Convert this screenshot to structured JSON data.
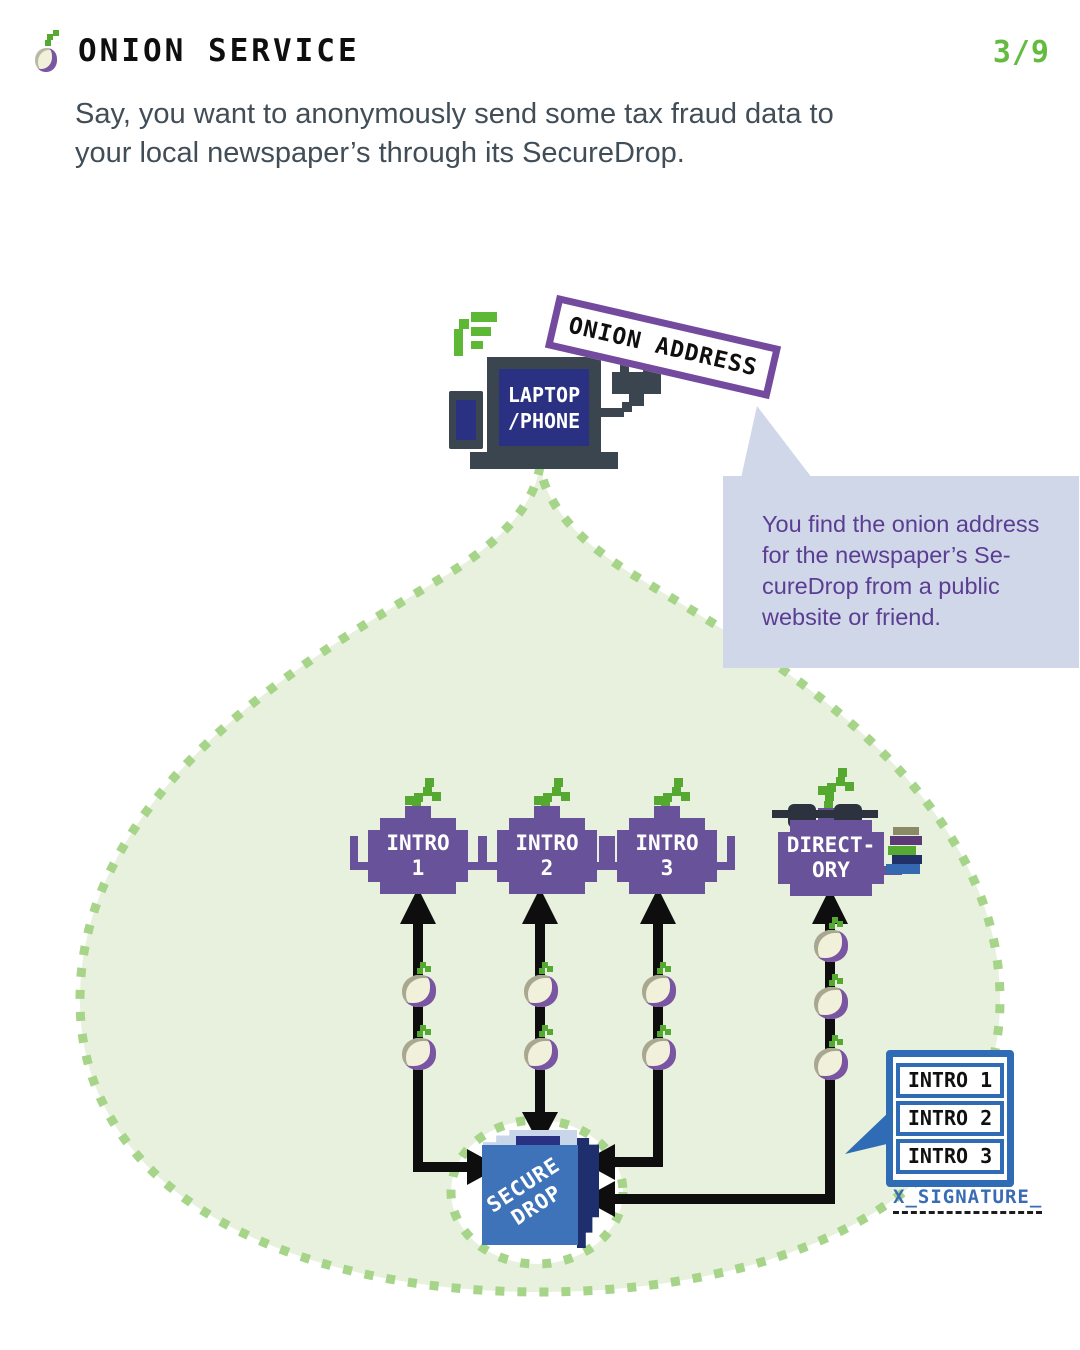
{
  "header": {
    "title": "ONION SERVICE",
    "page": "3/9",
    "subtitle": "Say, you want to anonymously send some tax fraud data to\nyour local newspaper’s through its SecureDrop."
  },
  "device": {
    "label": "LAPTOP\n/PHONE"
  },
  "badge": {
    "label": "ONION ADDRESS"
  },
  "bubble": {
    "text": "You find the onion address\nfor the newspaper’s Se-\ncureDrop from a public\nwebsite or friend."
  },
  "network": {
    "intro_nodes": [
      {
        "label": "INTRO\n1"
      },
      {
        "label": "INTRO\n2"
      },
      {
        "label": "INTRO\n3"
      }
    ],
    "directory": {
      "label": "DIRECT-\nORY"
    }
  },
  "securedrop": {
    "label": "SECURE\nDROP"
  },
  "intro_list": {
    "items": [
      {
        "label": "INTRO 1"
      },
      {
        "label": "INTRO 2"
      },
      {
        "label": "INTRO 3"
      }
    ],
    "signature": "X_SIGNATURE_"
  },
  "colors": {
    "accent_green": "#65bb40",
    "sprout_green": "#55a930",
    "onion_purple": "#685299",
    "badge_purple": "#744a9e",
    "blob_fill": "#e7f1dd",
    "blob_dash": "#a6d489",
    "bubble_bg": "#cfd7e8",
    "bubble_text": "#5b3d92",
    "list_blue": "#2f6cb5",
    "securedrop_blue": "#3e73b9",
    "screen_navy": "#2b3182",
    "device_charcoal": "#3a4550"
  }
}
